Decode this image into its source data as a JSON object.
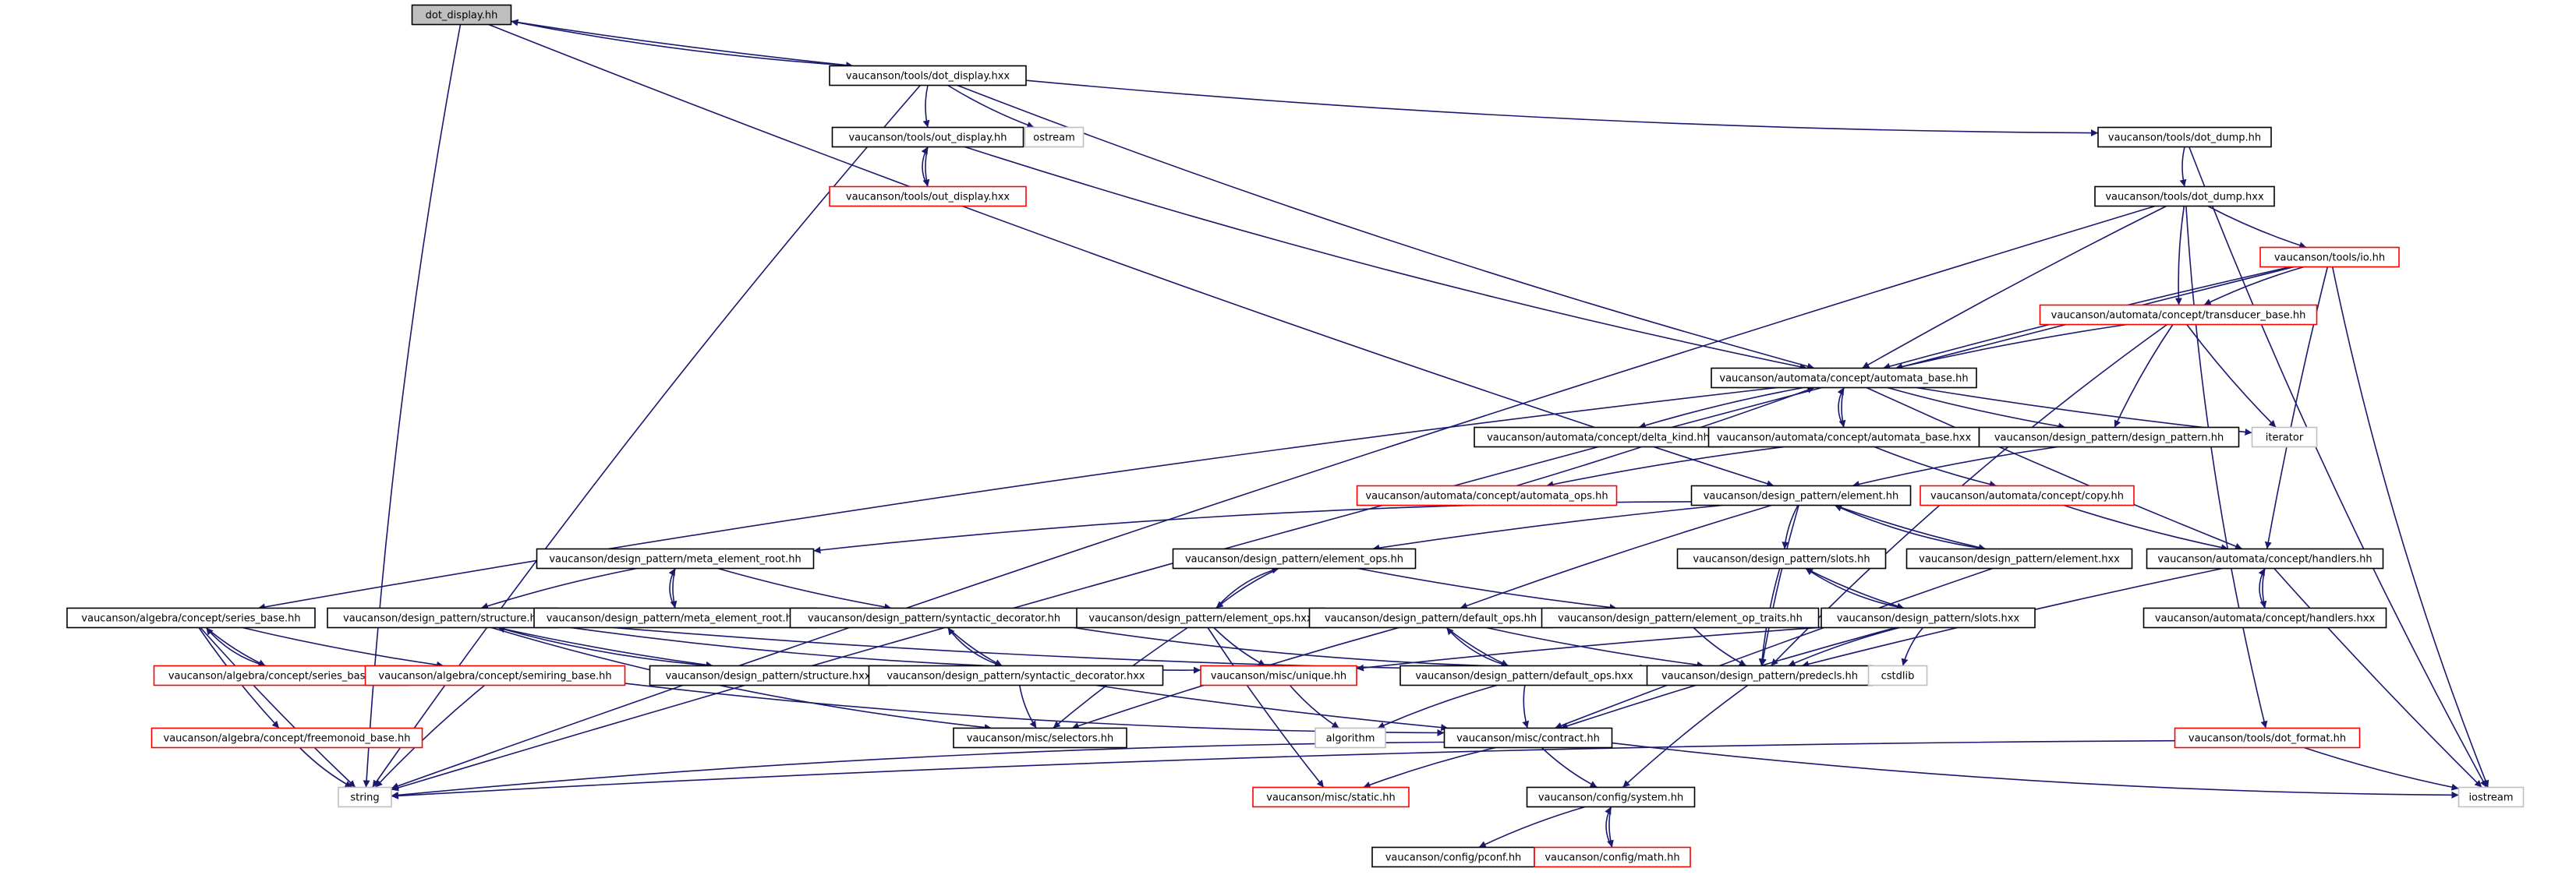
{
  "colors": {
    "edge": "#191970",
    "root_fill": "#bfbfbf",
    "box_border": "#000000",
    "truncated_border": "#ff0000",
    "external_border": "#bfbfbf",
    "text": "#000000"
  },
  "nodes": [
    {
      "id": "n1",
      "label": "dot_display.hh",
      "kind": "root"
    },
    {
      "id": "n2",
      "label": "vaucanson/tools/dot_display.hxx",
      "kind": "normal"
    },
    {
      "id": "n3",
      "label": "vaucanson/tools/out_display.hh",
      "kind": "normal"
    },
    {
      "id": "n4",
      "label": "ostream",
      "kind": "external"
    },
    {
      "id": "n5",
      "label": "vaucanson/tools/dot_dump.hh",
      "kind": "normal"
    },
    {
      "id": "n6",
      "label": "vaucanson/tools/out_display.hxx",
      "kind": "truncated"
    },
    {
      "id": "n7",
      "label": "vaucanson/tools/dot_dump.hxx",
      "kind": "normal"
    },
    {
      "id": "n8",
      "label": "vaucanson/tools/io.hh",
      "kind": "truncated"
    },
    {
      "id": "n9",
      "label": "vaucanson/automata/concept/transducer_base.hh",
      "kind": "truncated"
    },
    {
      "id": "n10",
      "label": "vaucanson/automata/concept/automata_base.hh",
      "kind": "normal"
    },
    {
      "id": "n11",
      "label": "vaucanson/automata/concept/delta_kind.hh",
      "kind": "normal"
    },
    {
      "id": "n12",
      "label": "vaucanson/automata/concept/automata_base.hxx",
      "kind": "normal"
    },
    {
      "id": "n13",
      "label": "vaucanson/design_pattern/design_pattern.hh",
      "kind": "normal"
    },
    {
      "id": "n14",
      "label": "iterator",
      "kind": "external"
    },
    {
      "id": "n15",
      "label": "vaucanson/automata/concept/automata_ops.hh",
      "kind": "truncated"
    },
    {
      "id": "n16",
      "label": "vaucanson/design_pattern/element.hh",
      "kind": "normal"
    },
    {
      "id": "n17",
      "label": "vaucanson/automata/concept/copy.hh",
      "kind": "truncated"
    },
    {
      "id": "n18",
      "label": "vaucanson/design_pattern/meta_element_root.hh",
      "kind": "normal"
    },
    {
      "id": "n19",
      "label": "vaucanson/design_pattern/element_ops.hh",
      "kind": "normal"
    },
    {
      "id": "n20",
      "label": "vaucanson/design_pattern/slots.hh",
      "kind": "normal"
    },
    {
      "id": "n21",
      "label": "vaucanson/design_pattern/element.hxx",
      "kind": "normal"
    },
    {
      "id": "n22",
      "label": "vaucanson/automata/concept/handlers.hh",
      "kind": "normal"
    },
    {
      "id": "n23",
      "label": "vaucanson/algebra/concept/series_base.hh",
      "kind": "normal"
    },
    {
      "id": "n24",
      "label": "vaucanson/design_pattern/structure.hh",
      "kind": "normal"
    },
    {
      "id": "n25",
      "label": "vaucanson/design_pattern/meta_element_root.hxx",
      "kind": "normal"
    },
    {
      "id": "n26",
      "label": "vaucanson/design_pattern/syntactic_decorator.hh",
      "kind": "normal"
    },
    {
      "id": "n27",
      "label": "vaucanson/design_pattern/element_ops.hxx",
      "kind": "normal"
    },
    {
      "id": "n28",
      "label": "vaucanson/design_pattern/default_ops.hh",
      "kind": "normal"
    },
    {
      "id": "n29",
      "label": "vaucanson/design_pattern/element_op_traits.hh",
      "kind": "normal"
    },
    {
      "id": "n30",
      "label": "vaucanson/design_pattern/slots.hxx",
      "kind": "normal"
    },
    {
      "id": "n31",
      "label": "vaucanson/automata/concept/handlers.hxx",
      "kind": "normal"
    },
    {
      "id": "n32",
      "label": "vaucanson/algebra/concept/series_base.hxx",
      "kind": "truncated"
    },
    {
      "id": "n33",
      "label": "vaucanson/algebra/concept/semiring_base.hh",
      "kind": "truncated"
    },
    {
      "id": "n34",
      "label": "vaucanson/design_pattern/structure.hxx",
      "kind": "normal"
    },
    {
      "id": "n35",
      "label": "vaucanson/misc/unique.hh",
      "kind": "truncated"
    },
    {
      "id": "n36",
      "label": "vaucanson/design_pattern/default_ops.hxx",
      "kind": "normal"
    },
    {
      "id": "n37",
      "label": "vaucanson/design_pattern/predecls.hh",
      "kind": "normal"
    },
    {
      "id": "n38",
      "label": "cstdlib",
      "kind": "external"
    },
    {
      "id": "n39",
      "label": "vaucanson/design_pattern/syntactic_decorator.hxx",
      "kind": "normal"
    },
    {
      "id": "n40",
      "label": "vaucanson/algebra/concept/freemonoid_base.hh",
      "kind": "truncated"
    },
    {
      "id": "n41",
      "label": "vaucanson/misc/selectors.hh",
      "kind": "normal"
    },
    {
      "id": "n42",
      "label": "algorithm",
      "kind": "external"
    },
    {
      "id": "n43",
      "label": "vaucanson/misc/contract.hh",
      "kind": "normal"
    },
    {
      "id": "n44",
      "label": "vaucanson/tools/dot_format.hh",
      "kind": "truncated"
    },
    {
      "id": "n45",
      "label": "string",
      "kind": "external"
    },
    {
      "id": "n46",
      "label": "vaucanson/misc/static.hh",
      "kind": "truncated"
    },
    {
      "id": "n47",
      "label": "vaucanson/config/system.hh",
      "kind": "normal"
    },
    {
      "id": "n48",
      "label": "iostream",
      "kind": "external"
    },
    {
      "id": "n49",
      "label": "vaucanson/config/pconf.hh",
      "kind": "normal"
    },
    {
      "id": "n50",
      "label": "vaucanson/config/math.hh",
      "kind": "truncated"
    }
  ],
  "edges": [
    [
      "n1",
      "n2"
    ],
    [
      "n2",
      "n1"
    ],
    [
      "n1",
      "n45"
    ],
    [
      "n1",
      "n16"
    ],
    [
      "n2",
      "n3"
    ],
    [
      "n2",
      "n4"
    ],
    [
      "n2",
      "n5"
    ],
    [
      "n2",
      "n10"
    ],
    [
      "n2",
      "n45"
    ],
    [
      "n3",
      "n6"
    ],
    [
      "n6",
      "n3"
    ],
    [
      "n3",
      "n10"
    ],
    [
      "n5",
      "n7"
    ],
    [
      "n5",
      "n48"
    ],
    [
      "n7",
      "n8"
    ],
    [
      "n7",
      "n9"
    ],
    [
      "n7",
      "n10"
    ],
    [
      "n7",
      "n45"
    ],
    [
      "n7",
      "n44"
    ],
    [
      "n8",
      "n9"
    ],
    [
      "n8",
      "n10"
    ],
    [
      "n8",
      "n22"
    ],
    [
      "n8",
      "n48"
    ],
    [
      "n8",
      "n45"
    ],
    [
      "n9",
      "n10"
    ],
    [
      "n9",
      "n13"
    ],
    [
      "n9",
      "n14"
    ],
    [
      "n9",
      "n37"
    ],
    [
      "n10",
      "n11"
    ],
    [
      "n10",
      "n12"
    ],
    [
      "n12",
      "n10"
    ],
    [
      "n10",
      "n13"
    ],
    [
      "n10",
      "n14"
    ],
    [
      "n10",
      "n22"
    ],
    [
      "n10",
      "n23"
    ],
    [
      "n15",
      "n10"
    ],
    [
      "n12",
      "n15"
    ],
    [
      "n12",
      "n17"
    ],
    [
      "n13",
      "n16"
    ],
    [
      "n16",
      "n18"
    ],
    [
      "n16",
      "n19"
    ],
    [
      "n16",
      "n20"
    ],
    [
      "n16",
      "n21"
    ],
    [
      "n21",
      "n16"
    ],
    [
      "n16",
      "n28"
    ],
    [
      "n16",
      "n37"
    ],
    [
      "n17",
      "n22"
    ],
    [
      "n18",
      "n24"
    ],
    [
      "n18",
      "n25"
    ],
    [
      "n25",
      "n18"
    ],
    [
      "n18",
      "n26"
    ],
    [
      "n19",
      "n27"
    ],
    [
      "n27",
      "n19"
    ],
    [
      "n19",
      "n29"
    ],
    [
      "n20",
      "n30"
    ],
    [
      "n30",
      "n20"
    ],
    [
      "n20",
      "n37"
    ],
    [
      "n21",
      "n43"
    ],
    [
      "n22",
      "n31"
    ],
    [
      "n31",
      "n22"
    ],
    [
      "n22",
      "n37"
    ],
    [
      "n22",
      "n48"
    ],
    [
      "n23",
      "n32"
    ],
    [
      "n32",
      "n23"
    ],
    [
      "n23",
      "n33"
    ],
    [
      "n23",
      "n40"
    ],
    [
      "n23",
      "n45"
    ],
    [
      "n24",
      "n34"
    ],
    [
      "n34",
      "n24"
    ],
    [
      "n24",
      "n35"
    ],
    [
      "n24",
      "n37"
    ],
    [
      "n24",
      "n41"
    ],
    [
      "n26",
      "n39"
    ],
    [
      "n39",
      "n26"
    ],
    [
      "n26",
      "n37"
    ],
    [
      "n27",
      "n35"
    ],
    [
      "n27",
      "n41"
    ],
    [
      "n27",
      "n46"
    ],
    [
      "n28",
      "n36"
    ],
    [
      "n36",
      "n28"
    ],
    [
      "n28",
      "n37"
    ],
    [
      "n28",
      "n41"
    ],
    [
      "n29",
      "n37"
    ],
    [
      "n30",
      "n35"
    ],
    [
      "n30",
      "n37"
    ],
    [
      "n30",
      "n38"
    ],
    [
      "n30",
      "n43"
    ],
    [
      "n33",
      "n43"
    ],
    [
      "n33",
      "n45"
    ],
    [
      "n35",
      "n42"
    ],
    [
      "n36",
      "n42"
    ],
    [
      "n36",
      "n43"
    ],
    [
      "n37",
      "n47"
    ],
    [
      "n39",
      "n41"
    ],
    [
      "n39",
      "n43"
    ],
    [
      "n40",
      "n45"
    ],
    [
      "n43",
      "n45"
    ],
    [
      "n43",
      "n46"
    ],
    [
      "n43",
      "n47"
    ],
    [
      "n43",
      "n48"
    ],
    [
      "n44",
      "n45"
    ],
    [
      "n44",
      "n48"
    ],
    [
      "n47",
      "n49"
    ],
    [
      "n47",
      "n50"
    ],
    [
      "n50",
      "n47"
    ]
  ]
}
